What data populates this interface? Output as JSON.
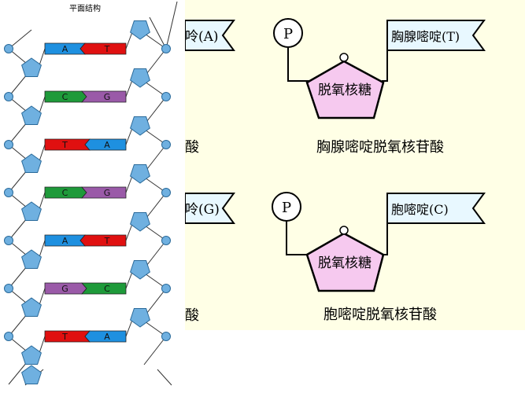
{
  "left_diagram": {
    "title": "平面结构",
    "pairs": [
      {
        "left": "A",
        "right": "T"
      },
      {
        "left": "C",
        "right": "G"
      },
      {
        "left": "T",
        "right": "A"
      },
      {
        "left": "C",
        "right": "G"
      },
      {
        "left": "A",
        "right": "T"
      },
      {
        "left": "G",
        "right": "C"
      },
      {
        "left": "T",
        "right": "A"
      }
    ]
  },
  "right_diagram": {
    "units": [
      {
        "cut_base_label": "呤(A)",
        "cut_name": "酸",
        "phosphate": "P",
        "sugar": "脱氧核糖",
        "base": "胸腺嘧啶(T)",
        "name": "胸腺嘧啶脱氧核苷酸"
      },
      {
        "cut_base_label": "呤(G)",
        "cut_name": "酸",
        "phosphate": "P",
        "sugar": "脱氧核糖",
        "base": "胞嘧啶(C)",
        "name": "胞嘧啶脱氧核苷酸"
      }
    ]
  },
  "colors": {
    "A": "#1e90e0",
    "T": "#e01010",
    "C": "#1e9a3a",
    "G": "#9a5aa8",
    "sugar_fill": "#f6c9ef",
    "phosphate_fill": "#6fb0e0",
    "base_box_fill": "#e8f8ff",
    "panel_bg": "#ffffe6"
  }
}
